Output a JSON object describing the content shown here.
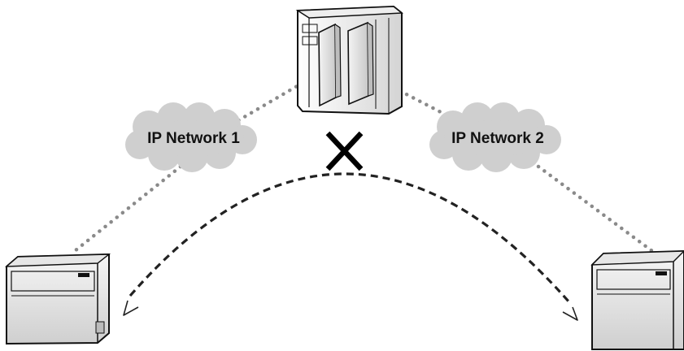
{
  "networks": [
    {
      "label": "IP Network 1"
    },
    {
      "label": "IP Network 2"
    }
  ],
  "devices": [
    {
      "icon": "main-pbx-cabinet-icon"
    },
    {
      "icon": "remote-pbx-left-icon"
    },
    {
      "icon": "remote-pbx-right-icon"
    }
  ],
  "links": {
    "network_link": "dotted-gray",
    "blocked_path": "dashed-black"
  },
  "status": {
    "blocked_icon": "cross-icon"
  },
  "colors": {
    "dotted_line": "#8a8a8a",
    "dashed_line": "#222222",
    "cloud_fill": "#cfcfcf",
    "cross": "#000000"
  }
}
